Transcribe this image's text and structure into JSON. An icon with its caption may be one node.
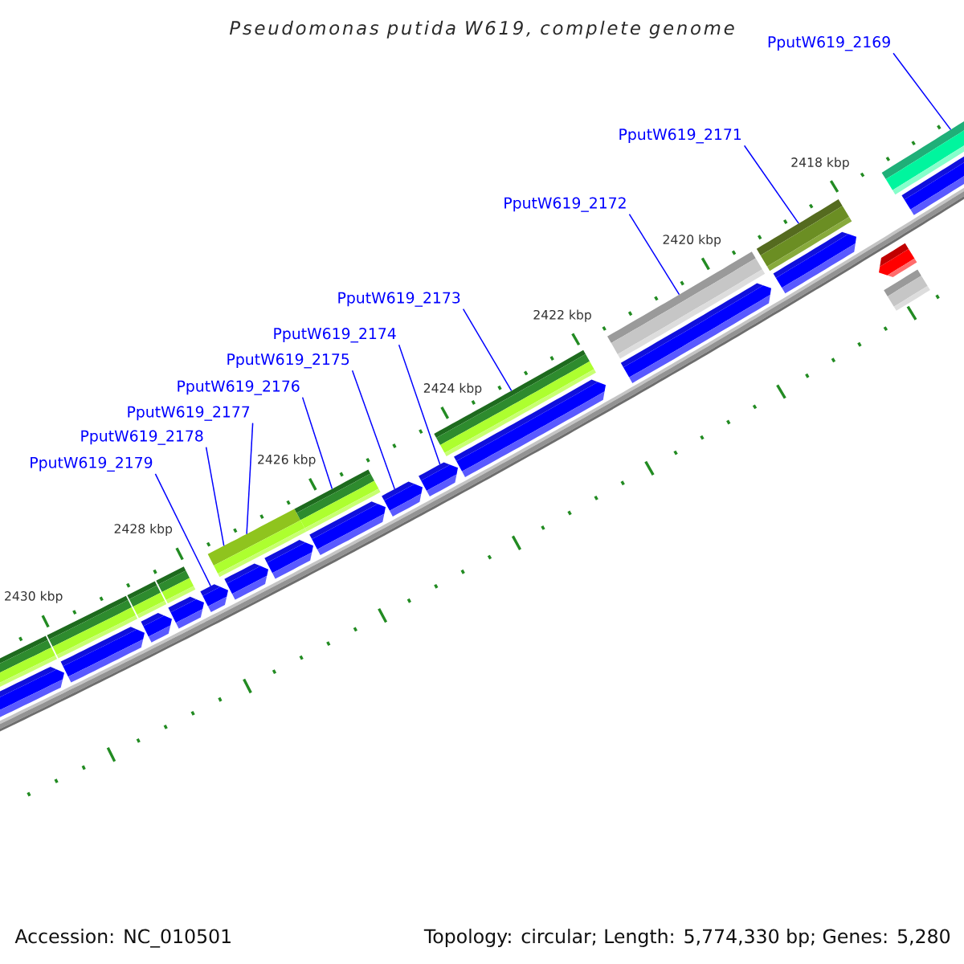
{
  "diagram": {
    "title": "Pseudomonas putida W619, complete genome",
    "nodes": [
      {
        "text": [
          "PputW619_2169"
        ]
      },
      {
        "text": [
          "PputW619_2171"
        ]
      },
      {
        "text": [
          "PputW619_2172"
        ]
      },
      {
        "text": [
          "PputW619_2173"
        ]
      },
      {
        "text": [
          "PputW619_2174"
        ]
      },
      {
        "text": [
          "PputW619_2175"
        ]
      },
      {
        "text": [
          "PputW619_2176"
        ]
      },
      {
        "text": [
          "PputW619_2177"
        ]
      },
      {
        "text": [
          "PputW619_2178"
        ]
      },
      {
        "text": [
          "PputW619_2179"
        ]
      },
      {
        "text": [],
        "shape": "bar"
      },
      {
        "text": [],
        "shape": "bar"
      },
      {
        "text": [],
        "shape": "bar"
      },
      {
        "text": [],
        "shape": "bar"
      },
      {
        "text": [],
        "shape": "bar"
      },
      {
        "text": [],
        "shape": "bar"
      },
      {
        "text": [],
        "shape": "bar"
      },
      {
        "text": [],
        "shape": "bar"
      },
      {
        "text": [],
        "shape": "bar"
      },
      {
        "text": [],
        "shape": "bar"
      },
      {
        "text": [],
        "shape": "bar"
      },
      {
        "text": [],
        "shape": "bar"
      },
      {
        "text": [],
        "shape": "bar"
      },
      {
        "text": [],
        "shape": "bar"
      },
      {
        "text": [],
        "shape": "bar"
      },
      {
        "text": [],
        "shape": "bar"
      },
      {
        "text": [],
        "shape": "bar"
      },
      {
        "text": [],
        "shape": "bar"
      },
      {
        "text": [],
        "shape": "bar"
      },
      {
        "text": [],
        "shape": "bar"
      },
      {
        "text": [],
        "shape": "bar"
      },
      {
        "text": [],
        "shape": "bar"
      },
      {
        "text": [],
        "shape": "bar"
      },
      {
        "text": [],
        "shape": "bar"
      },
      {
        "text": [],
        "shape": "bar"
      },
      {
        "text": [],
        "shape": "bar"
      }
    ],
    "edges": [
      {
        "from": 0,
        "to": 19,
        "arrow": "none"
      },
      {
        "from": 1,
        "to": 18,
        "arrow": "none"
      },
      {
        "from": 2,
        "to": 17,
        "arrow": "none"
      },
      {
        "from": 3,
        "to": 16,
        "arrow": "none"
      },
      {
        "from": 4,
        "to": 31,
        "arrow": "none"
      },
      {
        "from": 5,
        "to": 30,
        "arrow": "none"
      },
      {
        "from": 6,
        "to": 15,
        "arrow": "none"
      },
      {
        "from": 7,
        "to": 14,
        "arrow": "none"
      },
      {
        "from": 8,
        "to": 14,
        "arrow": "none"
      },
      {
        "from": 9,
        "to": 26,
        "arrow": "none"
      }
    ],
    "labels": [
      "2418 kbp",
      "2420 kbp",
      "2422 kbp",
      "2424 kbp",
      "2426 kbp",
      "2428 kbp",
      "2430 kbp",
      "Accession: NC_010501",
      "Topology: circular; Length: 5,774,330 bp; Genes: 5,280"
    ]
  }
}
